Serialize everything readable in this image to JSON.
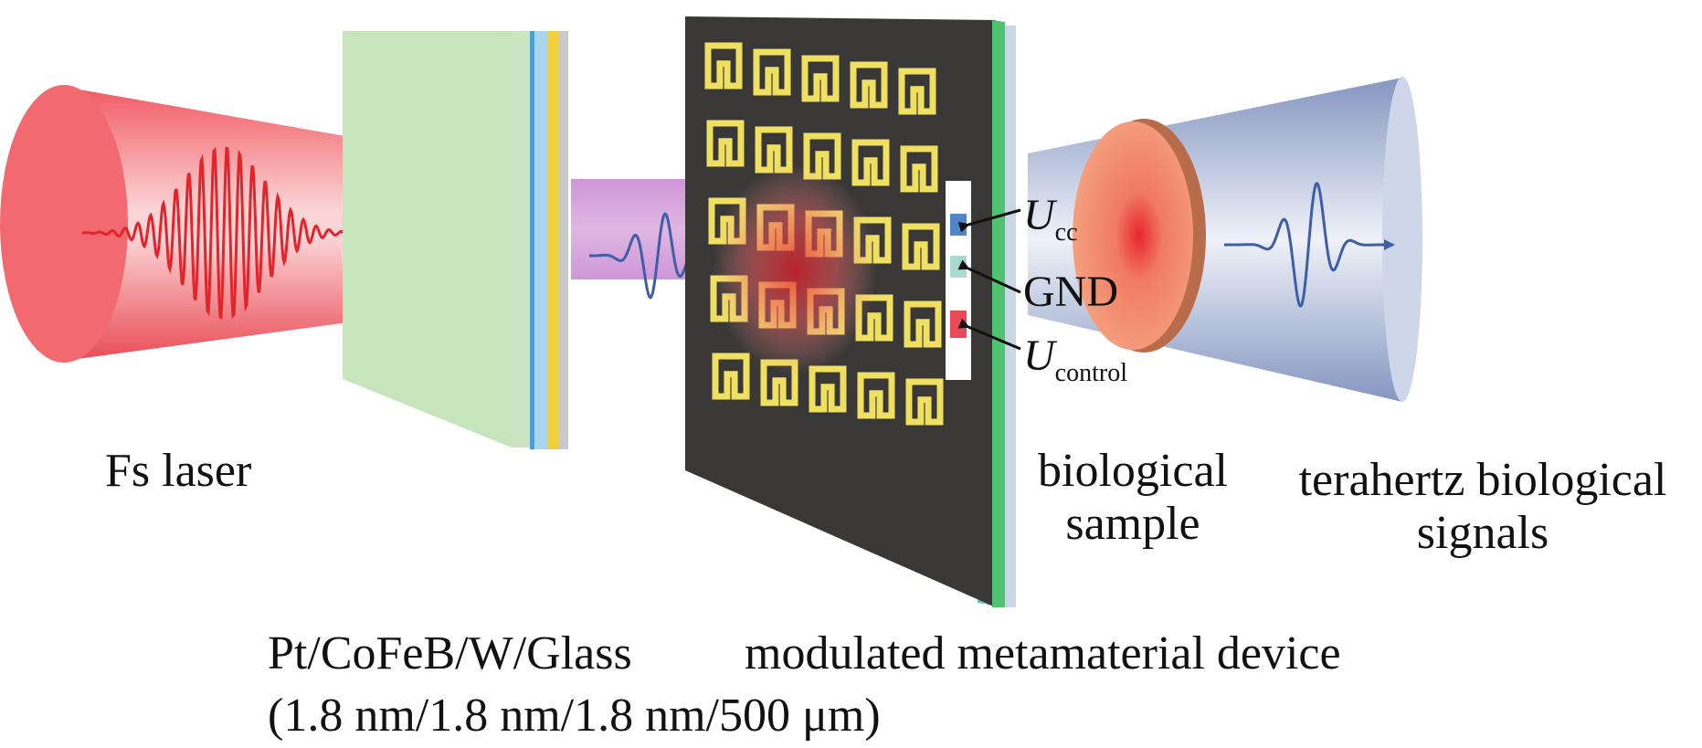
{
  "labels": {
    "fs_laser": "Fs laser",
    "emitter_layers": "Pt/CoFeB/W/Glass",
    "emitter_thickness": "(1.8 nm/1.8 nm/1.8 nm/500 μm)",
    "device": "modulated metamaterial device",
    "sample_line1": "biological",
    "sample_line2": "sample",
    "signal_line1": "terahertz biological",
    "signal_line2": "signals",
    "ucc_symbol": "U",
    "ucc_sub": "cc",
    "gnd": "GND",
    "ucontrol_symbol": "U",
    "ucontrol_sub": "control"
  },
  "colors": {
    "laser_cone": "#f0545c",
    "laser_wave": "#e2242b",
    "emitter_face": "#c9e6c0",
    "thz_beam": "#cf8fd4",
    "thz_wave": "#3f5ea6",
    "device_face": "#3a3836",
    "srr_gold": "#efe062",
    "sample_disc": "#ef7a5a",
    "output_cone": "#98a8cc",
    "pad_ucc": "#4f86c6",
    "pad_gnd": "#a9d9cf",
    "pad_ucontrol": "#e84b57"
  },
  "icons": [
    "laser-cone",
    "terahertz-emitter-plate",
    "metamaterial-device-icon",
    "biological-sample-disc",
    "output-cone"
  ]
}
